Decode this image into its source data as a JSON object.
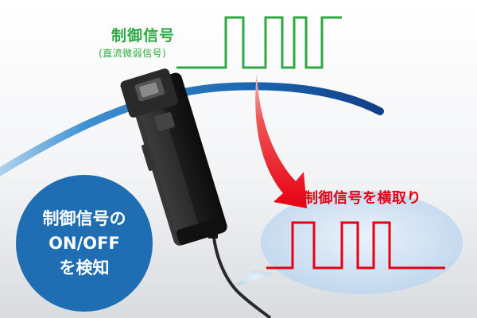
{
  "source_signal": {
    "title": "制御信号",
    "subtitle": "(直流微弱信号)",
    "color": "#2ea843"
  },
  "tapped_signal": {
    "label": "制御信号を横取り",
    "color": "#e60012"
  },
  "badge": {
    "line1": "制御信号の",
    "line2": "ON/OFF",
    "line3": "を検知",
    "color": "#1f6db2"
  },
  "colors": {
    "cable": "#1560a8",
    "bubble": "#c9ddf0",
    "device": "#1e1e1e"
  }
}
